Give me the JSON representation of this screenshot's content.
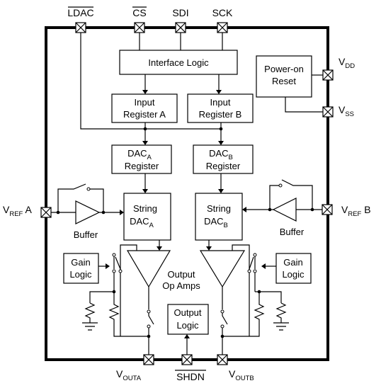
{
  "pins": {
    "ldac": "LDAC",
    "cs": "CS",
    "sdi": "SDI",
    "sck": "SCK",
    "vdd": {
      "main": "V",
      "sub": "DD"
    },
    "vss": {
      "main": "V",
      "sub": "SS"
    },
    "vrefa": {
      "main": "V",
      "sub": "REF",
      "suffix": " A"
    },
    "vrefb": {
      "main": "V",
      "sub": "REF",
      "suffix": " B"
    },
    "vouta": {
      "main": "V",
      "sub": "OUTA"
    },
    "shdn": "SHDN",
    "voutb": {
      "main": "V",
      "sub": "OUTB"
    }
  },
  "blocks": {
    "interface": "Interface Logic",
    "por": [
      "Power-on",
      "Reset"
    ],
    "inreg_a": [
      "Input",
      "Register A"
    ],
    "inreg_b": [
      "Input",
      "Register B"
    ],
    "dacreg_a": {
      "main": "DAC",
      "sub": "A",
      "line2": "Register"
    },
    "dacreg_b": {
      "main": "DAC",
      "sub": "B",
      "line2": "Register"
    },
    "string_a": {
      "line1": "String",
      "main": "DAC",
      "sub": "A"
    },
    "string_b": {
      "line1": "String",
      "main": "DAC",
      "sub": "B"
    },
    "gain_a": [
      "Gain",
      "Logic"
    ],
    "gain_b": [
      "Gain",
      "Logic"
    ],
    "output_logic": [
      "Output",
      "Logic"
    ]
  },
  "labels": {
    "buffer_a": "Buffer",
    "buffer_b": "Buffer",
    "opamps": [
      "Output",
      "Op Amps"
    ]
  }
}
